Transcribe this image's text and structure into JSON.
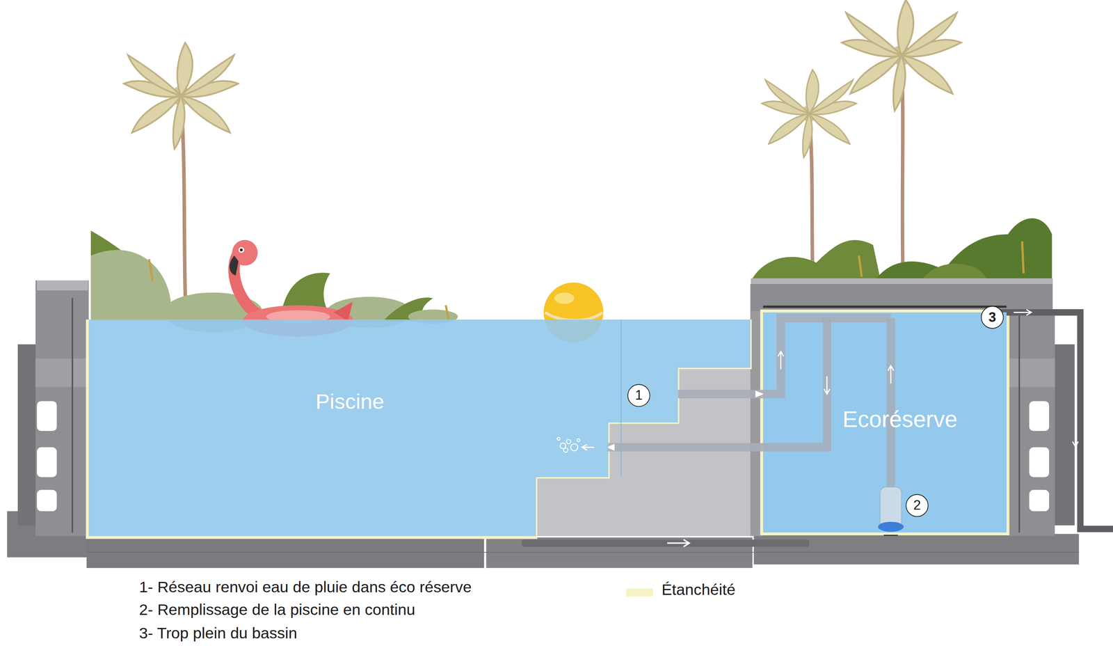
{
  "diagram": {
    "nodes": [
      {
        "text": [
          "Piscine"
        ]
      },
      {
        "text": [
          "Ecoréserve"
        ]
      }
    ],
    "edges": [
      {
        "from": 0,
        "to": 1,
        "arrow": "to"
      },
      {
        "from": 1,
        "to": 0,
        "arrow": "to"
      }
    ],
    "labels": [
      "1",
      "2",
      "3",
      "1- Réseau renvoi eau de pluie dans éco réserve",
      "2- Remplissage de la piscine en continu",
      "3- Trop plein du bassin"
    ],
    "legend": [
      {
        "text": "Étanchéité",
        "color": "#f7f2c4"
      }
    ]
  }
}
